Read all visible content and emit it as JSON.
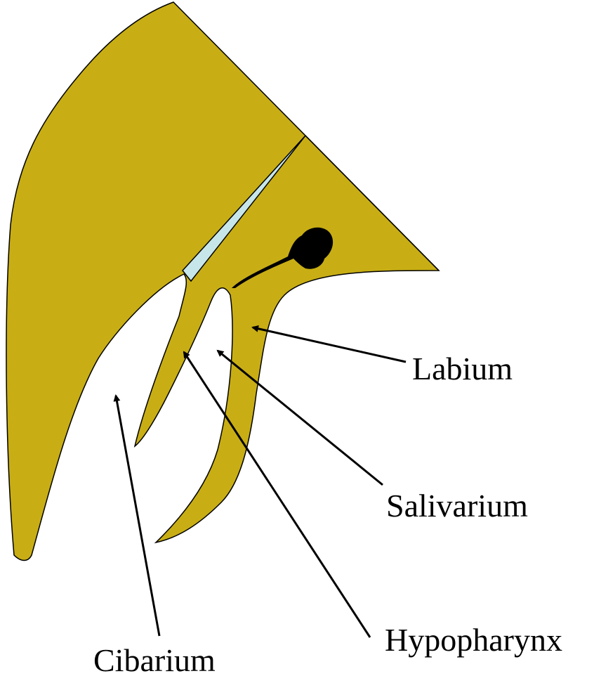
{
  "colors": {
    "tissue": "#C8AE14",
    "duct": "#C7E6EA",
    "gland": "#000000",
    "background": "#FFFFFF",
    "stroke": "#000000"
  },
  "labels": {
    "labium": "Labium",
    "salivarium": "Salivarium",
    "hypopharynx": "Hypopharynx",
    "cibarium": "Cibarium"
  }
}
